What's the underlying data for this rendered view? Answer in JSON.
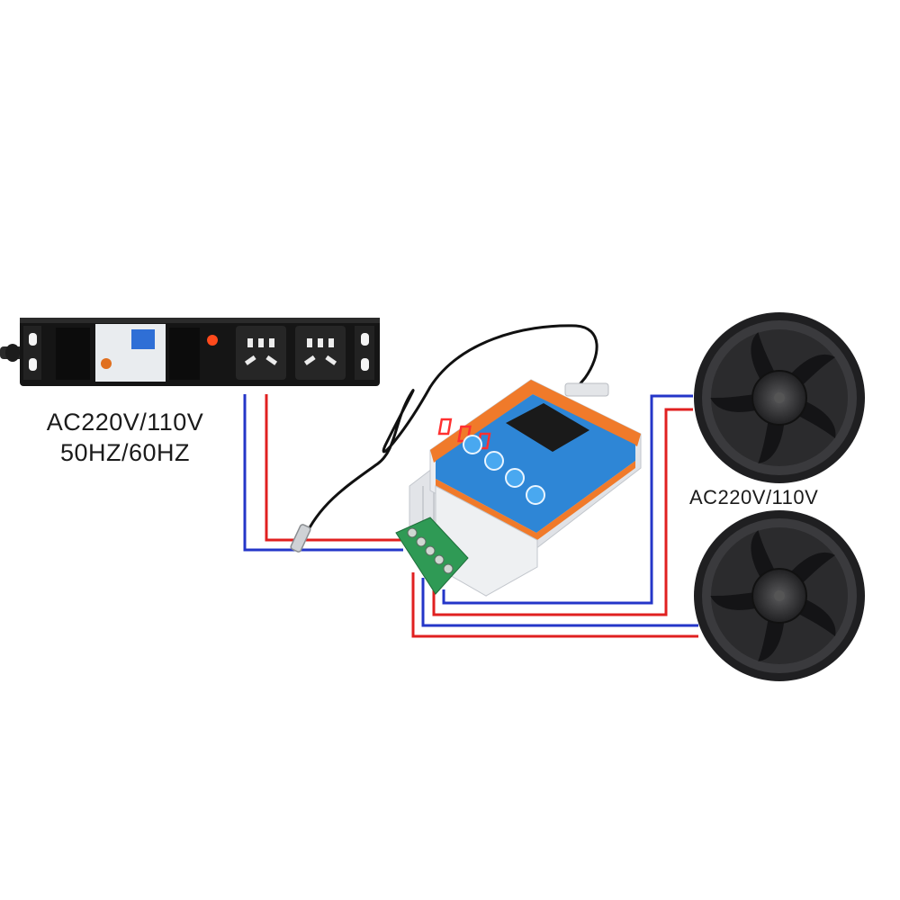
{
  "power_supply": {
    "voltage_label": "AC220V/110V",
    "frequency_label": "50HZ/60HZ"
  },
  "fan_label": "AC220V/110V",
  "colors": {
    "live_wire": "#e02020",
    "neutral_wire": "#2436c8",
    "controller_accent": "#f07a2a",
    "controller_panel": "#2e86d6",
    "terminal_block": "#2f9a55",
    "display_digits": "#ff3030"
  },
  "icons": [
    "power-strip-icon",
    "temperature-controller-icon",
    "temperature-probe-icon",
    "cooling-fan-icon"
  ]
}
